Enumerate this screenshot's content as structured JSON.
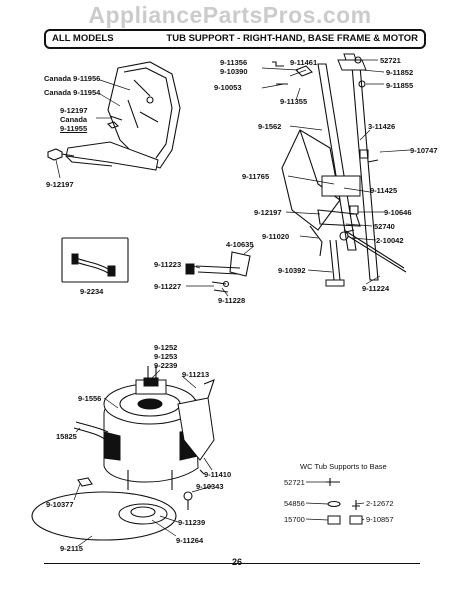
{
  "watermark": "AppliancePartsPros.com",
  "title_left": "ALL MODELS",
  "title_right": "TUB SUPPORT - RIGHT-HAND, BASE FRAME & MOTOR",
  "page_number": "26",
  "inset_title": "WC Tub Supports to Base",
  "labels": {
    "canada_11956": "Canada 9-11956",
    "canada_11954": "Canada 9-11954",
    "p12197_top": "9-12197",
    "canada_word": "Canada",
    "p11955": "9-11955",
    "p12197_bottom": "9-12197",
    "p2234": "9-2234",
    "p11356": "9-11356",
    "p11461": "9-11461",
    "p52721": "52721",
    "p10390": "9-10390",
    "p11852": "9-11852",
    "p10053": "9-10053",
    "p11855": "9-11855",
    "p11355": "9-11355",
    "p1562": "9-1562",
    "p11426": "3-11426",
    "p10747": "9-10747",
    "p11765": "9-11765",
    "p11425": "9-11425",
    "p12197_right": "9-12197",
    "p10646": "9-10646",
    "p52740": "52740",
    "p11020": "9-11020",
    "p10042": "2-10042",
    "p10635": "4-10635",
    "p11223": "9-11223",
    "p11227": "9-11227",
    "p11228": "9-11228",
    "p10392": "9-10392",
    "p11224": "9-11224",
    "p1252": "9-1252",
    "p1253": "9-1253",
    "p2239": "9-2239",
    "p11213": "9-11213",
    "p1556": "9-1556",
    "p15825": "15825",
    "p11410": "9-11410",
    "p10343": "9-10343",
    "p10377": "9-10377",
    "p11239": "9-11239",
    "p2115": "9-2115",
    "p11264": "9-11264",
    "inset_52721": "52721",
    "inset_54856": "54856",
    "inset_12672": "2-12672",
    "inset_15700": "15700",
    "inset_10857": "9-10857"
  }
}
